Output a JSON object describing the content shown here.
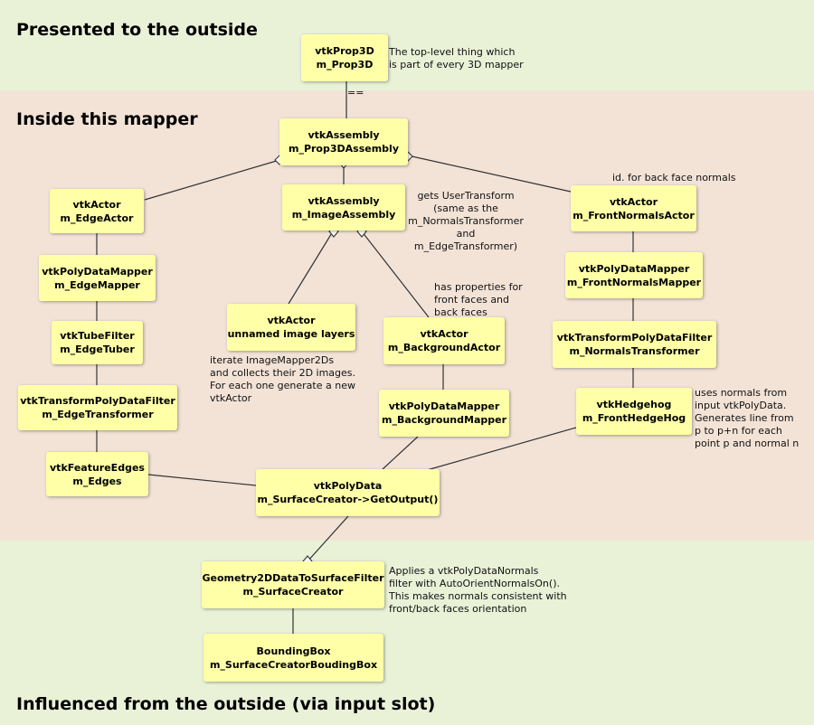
{
  "sections": {
    "top": "Presented to the outside",
    "middle": "Inside this mapper",
    "bottom": "Influenced from the outside (via input slot)"
  },
  "nodes": {
    "prop3d": {
      "type": "vtkProp3D",
      "name": "m_Prop3D"
    },
    "assembly": {
      "type": "vtkAssembly",
      "name": "m_Prop3DAssembly"
    },
    "edge_actor": {
      "type": "vtkActor",
      "name": "m_EdgeActor"
    },
    "image_assembly": {
      "type": "vtkAssembly",
      "name": "m_ImageAssembly"
    },
    "front_normals_actor": {
      "type": "vtkActor",
      "name": "m_FrontNormalsActor"
    },
    "edge_mapper": {
      "type": "vtkPolyDataMapper",
      "name": "m_EdgeMapper"
    },
    "front_normals_mapper": {
      "type": "vtkPolyDataMapper",
      "name": "m_FrontNormalsMapper"
    },
    "image_layers": {
      "type": "vtkActor",
      "name": "unnamed image layers"
    },
    "background_actor": {
      "type": "vtkActor",
      "name": "m_BackgroundActor"
    },
    "edge_tuber": {
      "type": "vtkTubeFilter",
      "name": "m_EdgeTuber"
    },
    "normals_transformer": {
      "type": "vtkTransformPolyDataFilter",
      "name": "m_NormalsTransformer"
    },
    "edge_transformer": {
      "type": "vtkTransformPolyDataFilter",
      "name": "m_EdgeTransformer"
    },
    "background_mapper": {
      "type": "vtkPolyDataMapper",
      "name": "m_BackgroundMapper"
    },
    "front_hedgehog": {
      "type": "vtkHedgehog",
      "name": "m_FrontHedgeHog"
    },
    "edges": {
      "type": "vtkFeatureEdges",
      "name": "m_Edges"
    },
    "polydata": {
      "type": "vtkPolyData",
      "name": "m_SurfaceCreator->GetOutput()"
    },
    "surface_creator": {
      "type": "Geometry2DDataToSurfaceFilter",
      "name": "m_SurfaceCreator"
    },
    "bounding_box": {
      "type": "BoundingBox",
      "name": "m_SurfaceCreatorBoudingBox"
    }
  },
  "edge_labels": {
    "equals": "=="
  },
  "notes": {
    "prop3d": [
      "The top-level thing which",
      "is part of every 3D mapper"
    ],
    "back_face_normals": [
      "id. for back face normals"
    ],
    "user_transform": [
      "gets UserTransform",
      "(same as the",
      "m_NormalsTransformer",
      "and",
      "m_EdgeTransformer)"
    ],
    "background_props": [
      "has properties for",
      "front faces and",
      "back faces"
    ],
    "image_mapper": [
      "iterate ImageMapper2Ds",
      "and collects their 2D images.",
      "For each one generate a new",
      "vtkActor"
    ],
    "hedgehog": [
      "uses normals from",
      "input vtkPolyData.",
      "Generates line from",
      "p to p+n for each",
      "point p and normal n"
    ],
    "surface_creator": [
      "Applies a vtkPolyDataNormals",
      "filter with AutoOrientNormalsOn().",
      "This makes normals consistent with",
      "front/back faces orientation"
    ]
  }
}
